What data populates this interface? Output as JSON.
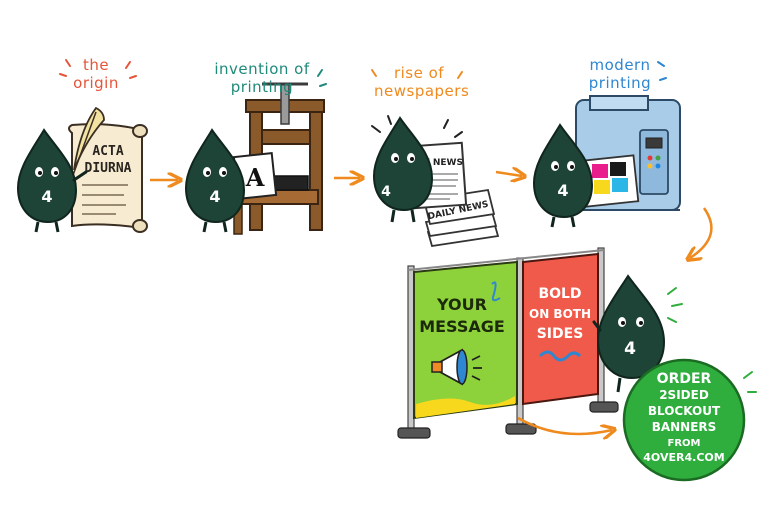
{
  "steps": [
    {
      "caption_line1": "the",
      "caption_line2": "origin",
      "caption_color": "#e4553a",
      "scroll_line1": "ACTA",
      "scroll_line2": "DIURNA"
    },
    {
      "caption_line1": "invention of",
      "caption_line2": "printing",
      "caption_color": "#1f8a7a",
      "letter": "A"
    },
    {
      "caption_line1": "rise of",
      "caption_line2": "newspapers",
      "caption_color": "#ef8a1f",
      "paper_title": "DAILY NEWS",
      "stack_title": "DAILY NEWS"
    },
    {
      "caption_line1": "modern",
      "caption_line2": "printing",
      "caption_color": "#2f86d1"
    }
  ],
  "mascot": {
    "number": "4",
    "color": "#1d4436"
  },
  "banner": {
    "left_line1": "YOUR",
    "left_line2": "MESSAGE",
    "left_color": "#8ed23b",
    "right_line1": "BOLD",
    "right_line2": "ON BOTH",
    "right_line3": "SIDES",
    "right_color": "#ef5a4a"
  },
  "cta": {
    "line1": "ORDER",
    "line2": "2SIDED",
    "line3": "BLOCKOUT",
    "line4": "BANNERS",
    "line5": "FROM",
    "line6": "4OVER4.COM",
    "color": "#2fae3e"
  },
  "arrow_color": "#ef8a1f"
}
